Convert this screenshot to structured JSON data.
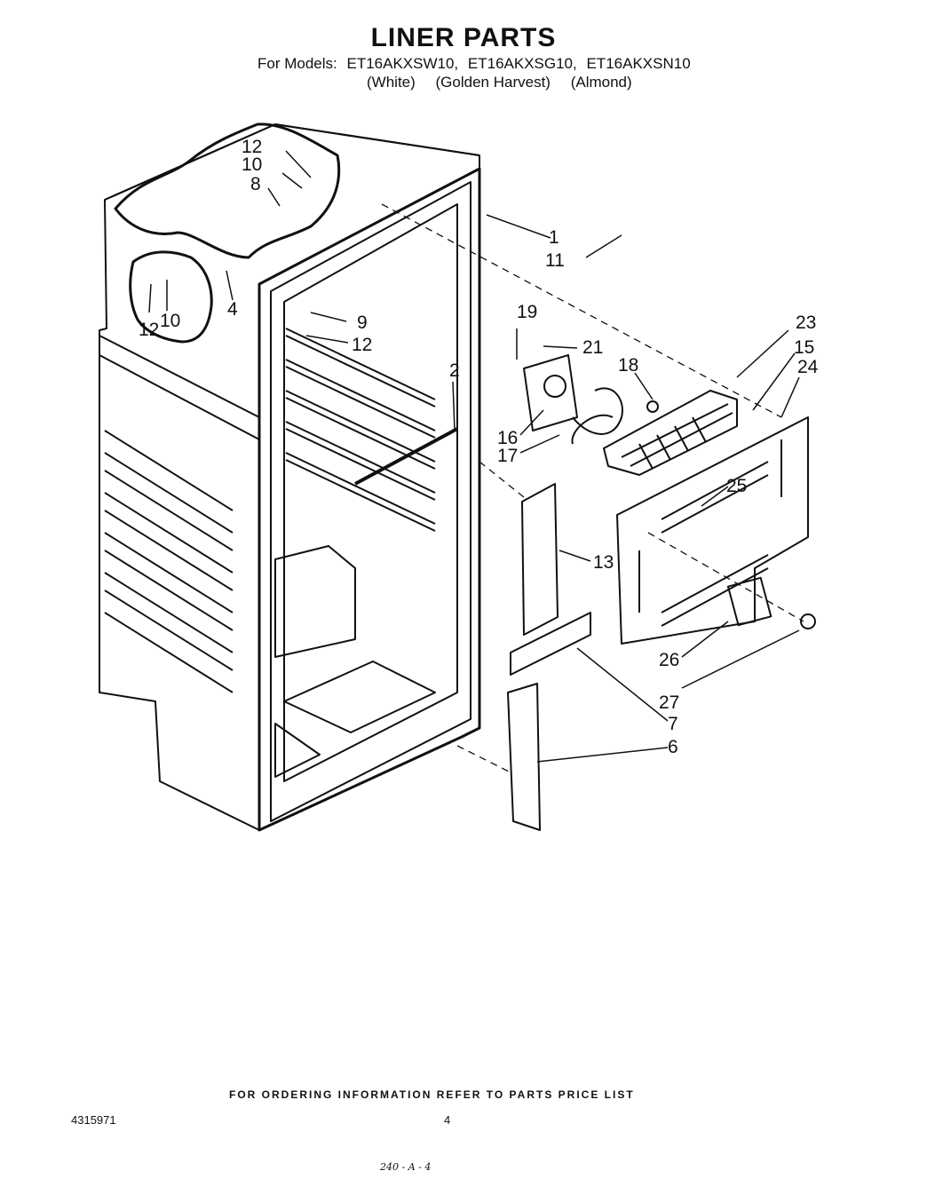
{
  "header": {
    "title": "LINER PARTS",
    "models_label": "For Models:",
    "models": [
      "ET16AKXSW10,",
      "ET16AKXSG10,",
      "ET16AKXSN10"
    ],
    "variants": [
      "(White)",
      "(Golden Harvest)",
      "(Almond)"
    ]
  },
  "callouts": [
    "12",
    "10",
    "8",
    "1",
    "11",
    "4",
    "10",
    "12",
    "9",
    "12",
    "19",
    "21",
    "23",
    "15",
    "24",
    "18",
    "2",
    "16",
    "17",
    "25",
    "13",
    "26",
    "27",
    "7",
    "6"
  ],
  "footer": {
    "note": "FOR ORDERING INFORMATION REFER TO PARTS PRICE LIST",
    "doc_number": "4315971",
    "page": "4",
    "handwritten": "240 - A - 4"
  }
}
